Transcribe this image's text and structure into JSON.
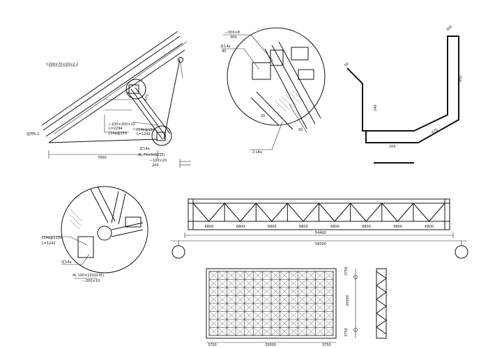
{
  "truss_elevation": {
    "panel_labels": [
      "6800",
      "6800",
      "6800",
      "6800",
      "6800",
      "6800",
      "6800",
      "6800"
    ],
    "total_inner": "54400",
    "total_outer": "56000"
  },
  "roof_detail": {
    "purlin": "C200×70×20×2.2",
    "rod_label": "拉杆6-1",
    "dim_bottom": "7000",
    "plate1": "—100×200×12",
    "plate2": "L=2294",
    "plate3": "[14a@150",
    "plate4": "[14a@150",
    "plate5": "L=1242",
    "dim_diag": "670",
    "bottom_note1": "2[14a",
    "bottom_note2": "4L 70×5(Q235)",
    "bottom_note3": "—100×20",
    "bottom_note4": "200"
  },
  "circle_detail_top": {
    "label_top": "—300×8",
    "label_top2": "300",
    "label_left": "2[14a",
    "label_left2": "40",
    "label_dim": "20",
    "label_dim2": "50",
    "label_bottom": "2 L4a"
  },
  "circle_detail_left": {
    "label1": "[14a@1150",
    "label2": "L=1242",
    "label3": "2[14a",
    "label4": "4L 100×10(Q235)",
    "label5": "—200×10"
  },
  "bent_section": {
    "dim_top": "300",
    "dim_right": "450",
    "dim_left_top": "50",
    "dim_left": "240",
    "dim_bottom": "200",
    "dim_diag": "470"
  },
  "grid_plan": {
    "dims_bottom": [
      "3750",
      "33000",
      "3750"
    ],
    "dims_right": [
      "3750",
      "20500",
      "3750"
    ]
  }
}
